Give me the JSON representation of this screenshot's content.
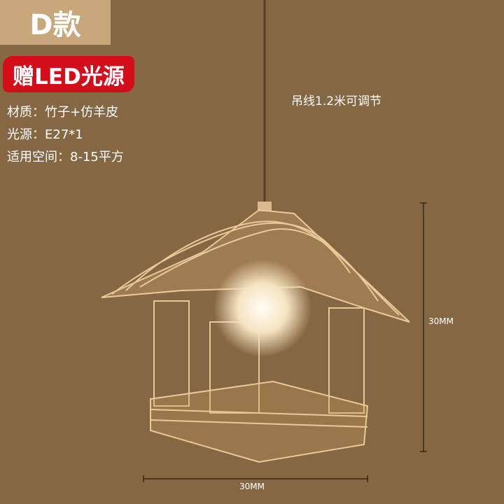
{
  "model_label": "D款",
  "promo_badge": "赠LED光源",
  "specs": [
    "材质：竹子+仿羊皮",
    "光源：E27*1",
    "适用空间：8-15平方"
  ],
  "cord_note": "吊线1.2米可调节",
  "dimensions": {
    "height": "30MM",
    "width": "30MM"
  },
  "colors": {
    "background": "#866743",
    "model_box": "#c8a87a",
    "badge": "#d40d1a"
  }
}
